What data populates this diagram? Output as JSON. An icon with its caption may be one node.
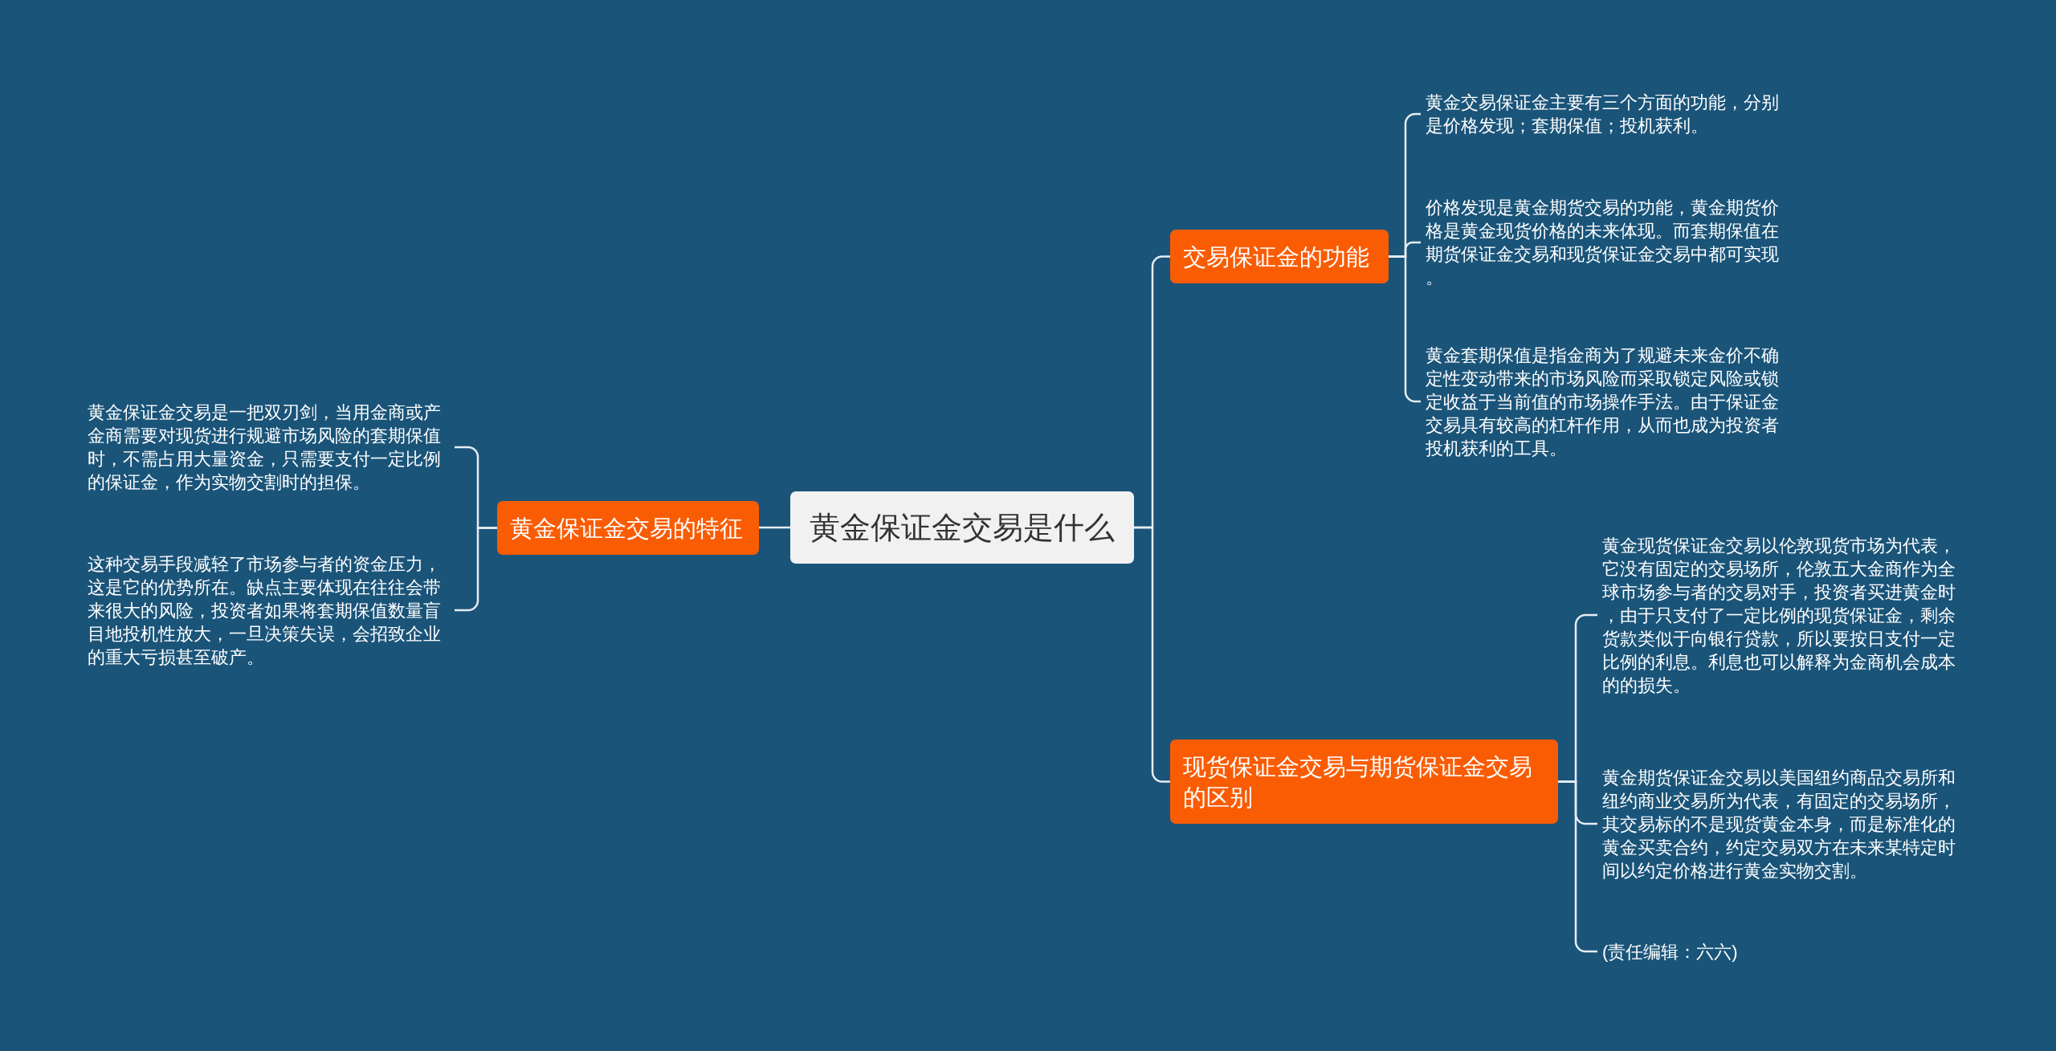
{
  "diagram": {
    "nodes": [
      {
        "text": [
          "黄金保证金交易是什么"
        ]
      },
      {
        "text": [
          "黄金保证金交易的特征"
        ]
      },
      {
        "text": [
          "黄金保证金交易是一把双刃剑，当用金商或产金商需要对现货进行规避市场风险的套期保值时，不需占用大量资金，只需要支付一定比例的保证金，作为实物交割时的担保。"
        ]
      },
      {
        "text": [
          "这种交易手段减轻了市场参与者的资金压力，这是它的优势所在。缺点主要体现在往往会带来很大的风险，投资者如果将套期保值数量盲目地投机性放大，一旦决策失误，会招致企业的重大亏损甚至破产。"
        ]
      },
      {
        "text": [
          "交易保证金的功能"
        ]
      },
      {
        "text": [
          "黄金交易保证金主要有三个方面的功能，分别是价格发现；套期保值；投机获利。"
        ]
      },
      {
        "text": [
          "价格发现是黄金期货交易的功能，黄金期货价格是黄金现货价格的未来体现。而套期保值在期货保证金交易和现货保证金交易中都可实现。"
        ]
      },
      {
        "text": [
          "黄金套期保值是指金商为了规避未来金价不确定性变动带来的市场风险而采取锁定风险或锁定收益于当前值的市场操作手法。由于保证金交易具有较高的杠杆作用，从而也成为投资者投机获利的工具。"
        ]
      },
      {
        "text": [
          "现货保证金交易与期货保证金交易的区别"
        ]
      },
      {
        "text": [
          "黄金现货保证金交易以伦敦现货市场为代表，它没有固定的交易场所，伦敦五大金商作为全球市场参与者的交易对手，投资者买进黄金时，由于只支付了一定比例的现货保证金，剩余货款类似于向银行贷款，所以要按日支付一定比例的利息。利息也可以解释为金商机会成本的的损失。"
        ]
      },
      {
        "text": [
          "黄金期货保证金交易以美国纽约商品交易所和纽约商业交易所为代表，有固定的交易场所，其交易标的不是现货黄金本身，而是标准化的黄金买卖合约，约定交易双方在未来某特定时间以约定价格进行黄金实物交割。"
        ]
      },
      {
        "text": [
          "(责任编辑：六六)"
        ]
      }
    ],
    "edges": [
      {
        "from": 0,
        "to": 1,
        "arrow": "none"
      },
      {
        "from": 1,
        "to": 2,
        "arrow": "none"
      },
      {
        "from": 1,
        "to": 3,
        "arrow": "none"
      },
      {
        "from": 0,
        "to": 4,
        "arrow": "none"
      },
      {
        "from": 4,
        "to": 5,
        "arrow": "none"
      },
      {
        "from": 4,
        "to": 6,
        "arrow": "none"
      },
      {
        "from": 4,
        "to": 7,
        "arrow": "none"
      },
      {
        "from": 0,
        "to": 8,
        "arrow": "none"
      },
      {
        "from": 8,
        "to": 9,
        "arrow": "none"
      },
      {
        "from": 8,
        "to": 10,
        "arrow": "none"
      },
      {
        "from": 8,
        "to": 11,
        "arrow": "none"
      }
    ]
  }
}
